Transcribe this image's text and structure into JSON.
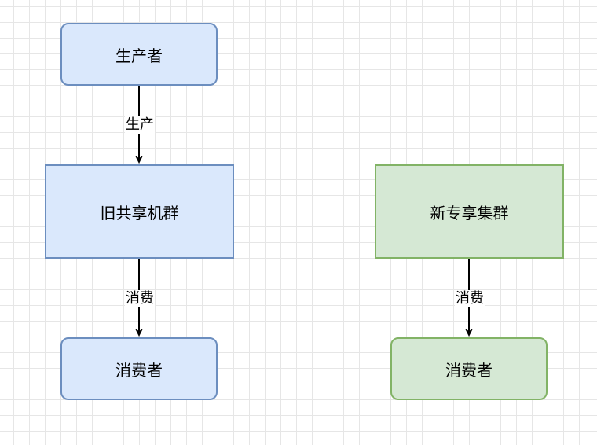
{
  "colors": {
    "blue_fill": "#dae8fc",
    "blue_stroke": "#6c8ebf",
    "green_fill": "#d5e8d4",
    "green_stroke": "#82b366",
    "edge": "#000000"
  },
  "nodes": {
    "producer": {
      "label": "生产者"
    },
    "old_cluster": {
      "label": "旧共享机群"
    },
    "old_consumer": {
      "label": "消费者"
    },
    "new_cluster": {
      "label": "新专享集群"
    },
    "new_consumer": {
      "label": "消费者"
    }
  },
  "edges": {
    "produce": {
      "label": "生产"
    },
    "consume_old": {
      "label": "消费"
    },
    "consume_new": {
      "label": "消费"
    }
  }
}
